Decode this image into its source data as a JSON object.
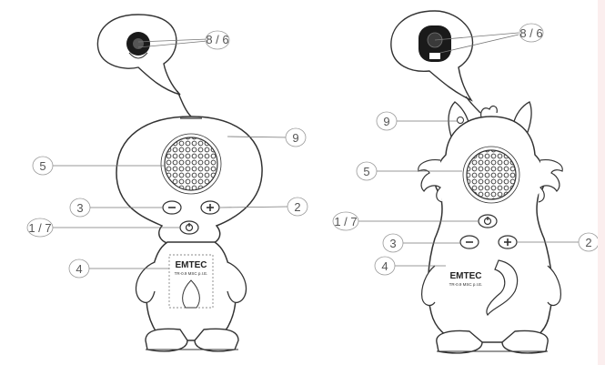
{
  "left_figure": {
    "callouts": {
      "camera": "8 / 6",
      "reset": "9",
      "speaker": "5",
      "volume_down": "3",
      "volume_up": "2",
      "power": "1 / 7",
      "usb": "4"
    },
    "brand": "EMTEC",
    "model": "TR-0.9 MSC p.I.E."
  },
  "right_figure": {
    "callouts": {
      "camera": "8 / 6",
      "reset": "9",
      "speaker": "5",
      "power": "1 / 7",
      "volume_down": "3",
      "volume_up": "2",
      "usb": "4"
    },
    "brand": "EMTEC",
    "model": "TR-0.9 MSC p.I.E."
  },
  "colors": {
    "outline": "#333333",
    "leader": "#777777",
    "callout_circle": "#999999",
    "camera_dark": "#1a1a1a"
  }
}
